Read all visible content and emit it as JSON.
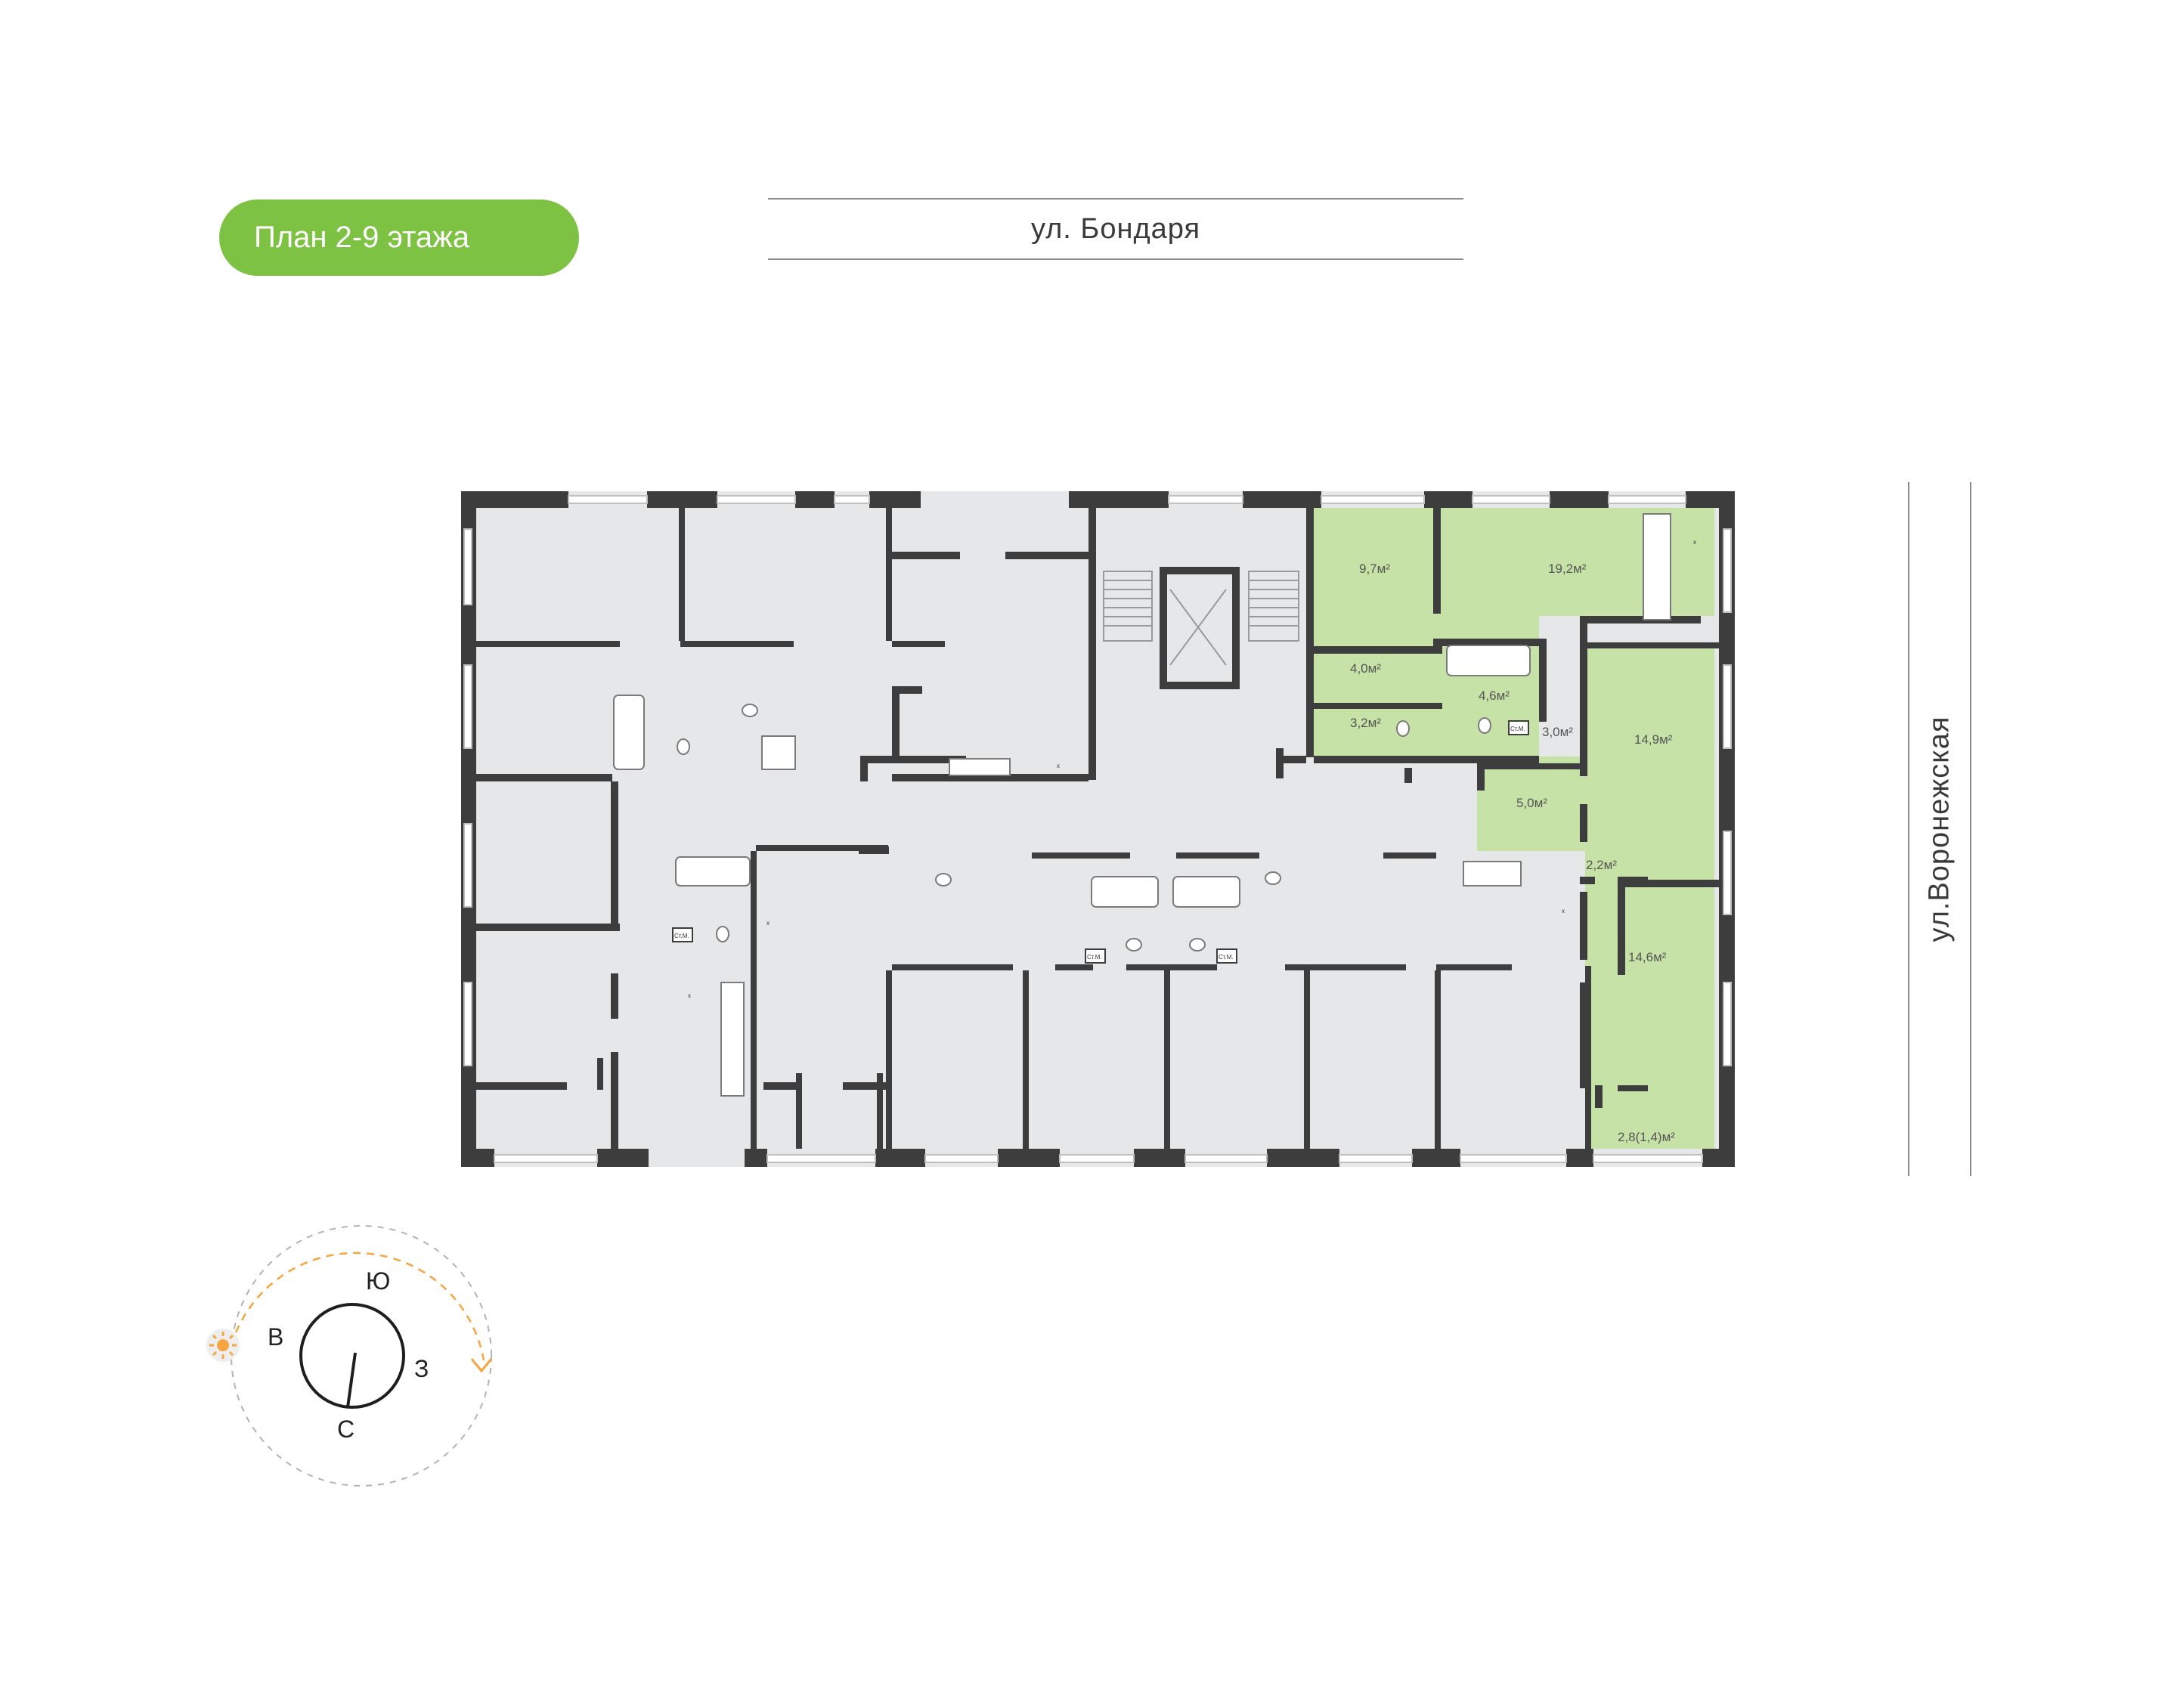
{
  "header": {
    "floor_badge": "План 2-9 этажа",
    "street_top": "ул.  Бондаря",
    "street_right": "ул.Воронежская"
  },
  "colors": {
    "accent_green": "#7dc242",
    "selected_apartment": "#c7e2a6",
    "room_fill": "#e6e7e8",
    "walls": "#3d3d3d",
    "sun_path": "#f7a541"
  },
  "apartment": {
    "rooms": [
      {
        "id": "room-a",
        "area": "9,7м²"
      },
      {
        "id": "room-b",
        "area": "19,2м²"
      },
      {
        "id": "room-c",
        "area": "4,0м²"
      },
      {
        "id": "room-d",
        "area": "4,6м²"
      },
      {
        "id": "room-e",
        "area": "3,2м²"
      },
      {
        "id": "room-f",
        "area": "3,0м²"
      },
      {
        "id": "room-g",
        "area": "14,9м²"
      },
      {
        "id": "room-h",
        "area": "5,0м²"
      },
      {
        "id": "room-i",
        "area": "2,2м²"
      },
      {
        "id": "room-j",
        "area": "14,6м²"
      },
      {
        "id": "room-k",
        "area": "2,8(1,4)м²"
      }
    ]
  },
  "fixtures": {
    "washer_label": "Ст.М.",
    "stove_mark": "x"
  },
  "compass": {
    "south": "Ю",
    "east": "В",
    "west": "З",
    "north": "С",
    "sun_icon": "sun-icon"
  }
}
